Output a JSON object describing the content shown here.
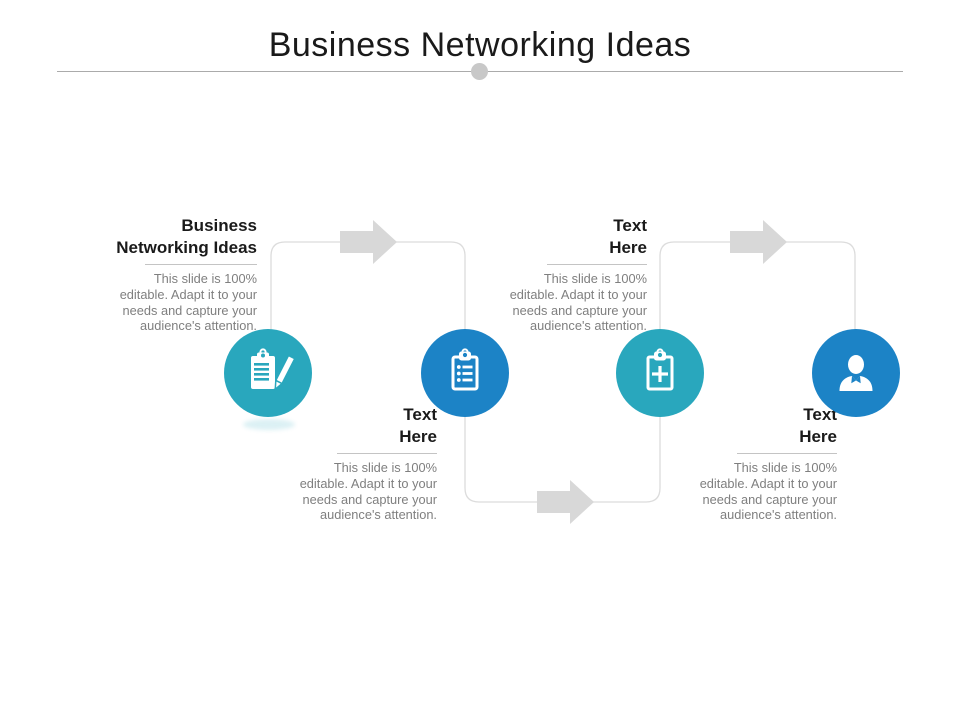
{
  "slide": {
    "title": "Business Networking Ideas"
  },
  "colors": {
    "teal": "#29A7BD",
    "blue": "#1C83C6",
    "arrow": "#D8D8D8",
    "connector": "#DCDCDC",
    "separator": "#ABABAB",
    "dot": "#C8C8C8",
    "heading_text": "#1A1A1A",
    "body_text": "#7F7F7F"
  },
  "steps": [
    {
      "heading": "Business\nNetworking Ideas",
      "body": "This slide is 100%\neditable. Adapt it to your\nneeds and capture your\naudience's attention.",
      "icon": "clipboard-pencil-icon",
      "circle_color": "#29A7BD"
    },
    {
      "heading": "Text\nHere",
      "body": "This slide is 100%\neditable. Adapt it to your\nneeds and capture your\naudience's attention.",
      "icon": "clipboard-checklist-icon",
      "circle_color": "#1C83C6"
    },
    {
      "heading": "Text\nHere",
      "body": "This slide is 100%\neditable. Adapt it to your\nneeds and capture your\naudience's attention.",
      "icon": "clipboard-plus-icon",
      "circle_color": "#29A7BD"
    },
    {
      "heading": "Text\nHere",
      "body": "This slide is 100%\neditable. Adapt it to your\nneeds and capture your\naudience's attention.",
      "icon": "businessman-icon",
      "circle_color": "#1C83C6"
    }
  ]
}
